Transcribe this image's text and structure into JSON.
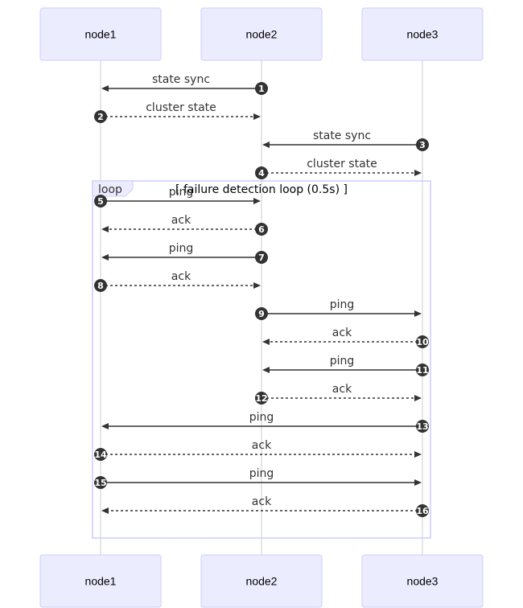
{
  "diagram": {
    "actors": [
      "node1",
      "node2",
      "node3"
    ],
    "loop": {
      "keyword": "loop",
      "condition": "[ failure detection loop (0.5s) ]"
    },
    "messages": [
      {
        "num": "1",
        "from": 1,
        "to": 0,
        "label": "state sync",
        "style": "solid"
      },
      {
        "num": "2",
        "from": 0,
        "to": 1,
        "label": "cluster state",
        "style": "dashed"
      },
      {
        "num": "3",
        "from": 2,
        "to": 1,
        "label": "state sync",
        "style": "solid"
      },
      {
        "num": "4",
        "from": 1,
        "to": 2,
        "label": "cluster state",
        "style": "dashed"
      },
      {
        "num": "5",
        "from": 0,
        "to": 1,
        "label": "ping",
        "style": "solid"
      },
      {
        "num": "6",
        "from": 1,
        "to": 0,
        "label": "ack",
        "style": "dashed"
      },
      {
        "num": "7",
        "from": 1,
        "to": 0,
        "label": "ping",
        "style": "solid"
      },
      {
        "num": "8",
        "from": 0,
        "to": 1,
        "label": "ack",
        "style": "dashed"
      },
      {
        "num": "9",
        "from": 1,
        "to": 2,
        "label": "ping",
        "style": "solid"
      },
      {
        "num": "10",
        "from": 2,
        "to": 1,
        "label": "ack",
        "style": "dashed"
      },
      {
        "num": "11",
        "from": 2,
        "to": 1,
        "label": "ping",
        "style": "solid"
      },
      {
        "num": "12",
        "from": 1,
        "to": 2,
        "label": "ack",
        "style": "dashed"
      },
      {
        "num": "13",
        "from": 2,
        "to": 0,
        "label": "ping",
        "style": "solid"
      },
      {
        "num": "14",
        "from": 0,
        "to": 2,
        "label": "ack",
        "style": "dashed"
      },
      {
        "num": "15",
        "from": 0,
        "to": 2,
        "label": "ping",
        "style": "solid"
      },
      {
        "num": "16",
        "from": 2,
        "to": 0,
        "label": "ack",
        "style": "dashed"
      }
    ]
  }
}
